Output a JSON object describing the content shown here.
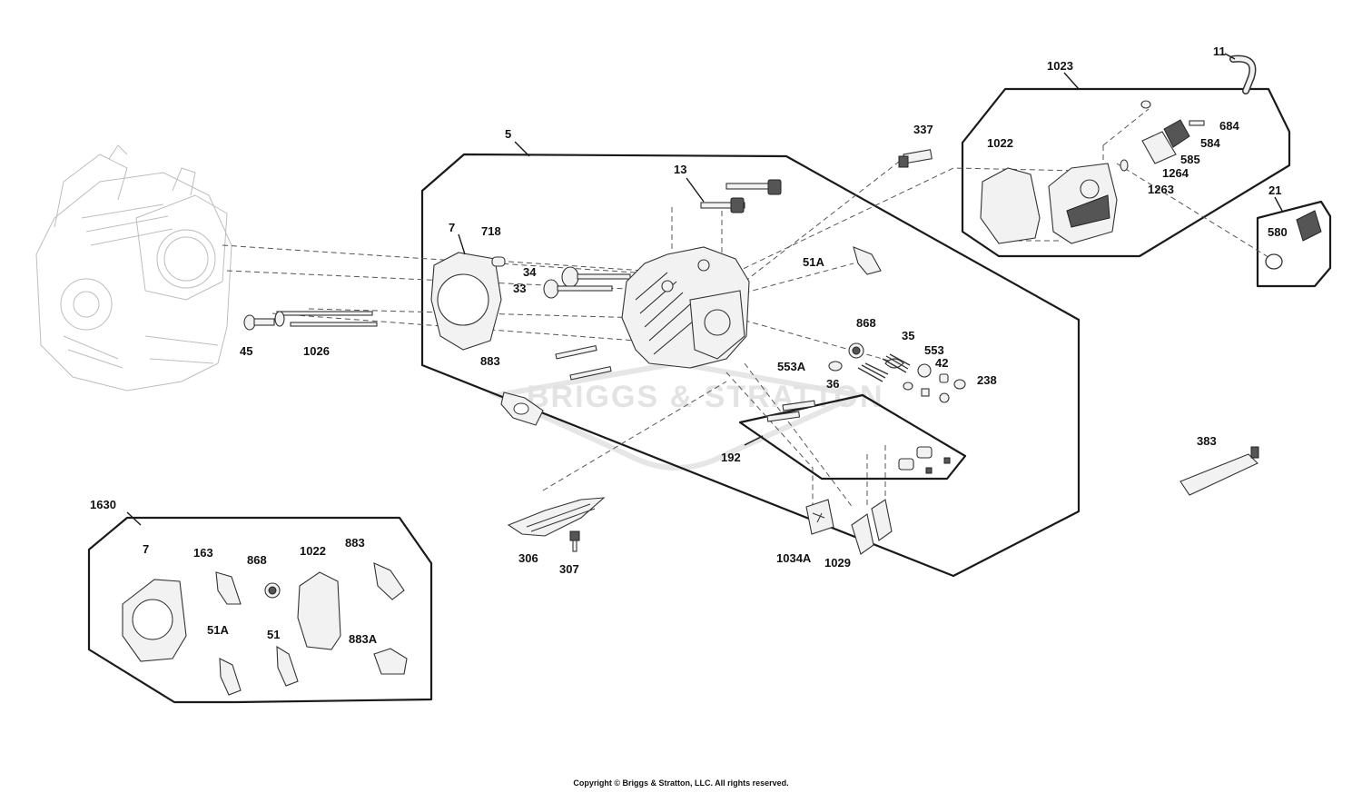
{
  "watermark": "BRIGGS & STRATTON",
  "copyright": "Copyright © Briggs & Stratton, LLC. All rights reserved.",
  "callouts": {
    "c5": "5",
    "c7": "7",
    "c718": "718",
    "c13": "13",
    "c34": "34",
    "c33": "33",
    "c45": "45",
    "c1026": "1026",
    "c883": "883",
    "c337": "337",
    "c51A": "51A",
    "c868": "868",
    "c35": "35",
    "c553": "553",
    "c553A": "553A",
    "c42": "42",
    "c36": "36",
    "c238": "238",
    "c192": "192",
    "c306": "306",
    "c307": "307",
    "c1034A": "1034A",
    "c1029": "1029",
    "c1023": "1023",
    "c11": "11",
    "c1022": "1022",
    "c684": "684",
    "c584": "584",
    "c585": "585",
    "c1264": "1264",
    "c1263": "1263",
    "c21": "21",
    "c580": "580",
    "c383": "383"
  },
  "kit": {
    "c1630": "1630",
    "c7": "7",
    "c163": "163",
    "c868": "868",
    "c1022": "1022",
    "c883": "883",
    "c51A": "51A",
    "c51": "51",
    "c883A": "883A"
  }
}
